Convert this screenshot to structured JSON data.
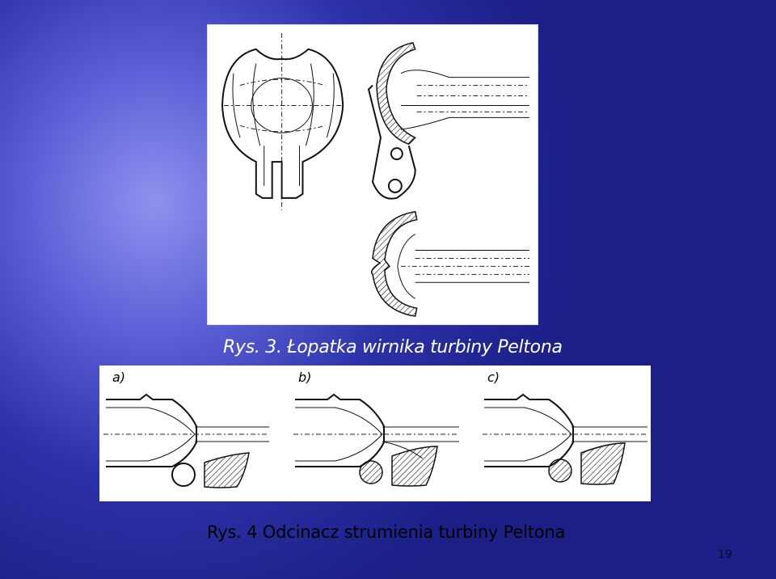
{
  "figure1": {
    "caption": "Rys. 3. Łopatka wirnika turbiny Peltona"
  },
  "figure2": {
    "panel_labels": [
      "a)",
      "b)",
      "c)"
    ],
    "caption": "Rys. 4 Odcinacz strumienia turbiny Peltona"
  },
  "slide": {
    "page_number": "19"
  }
}
